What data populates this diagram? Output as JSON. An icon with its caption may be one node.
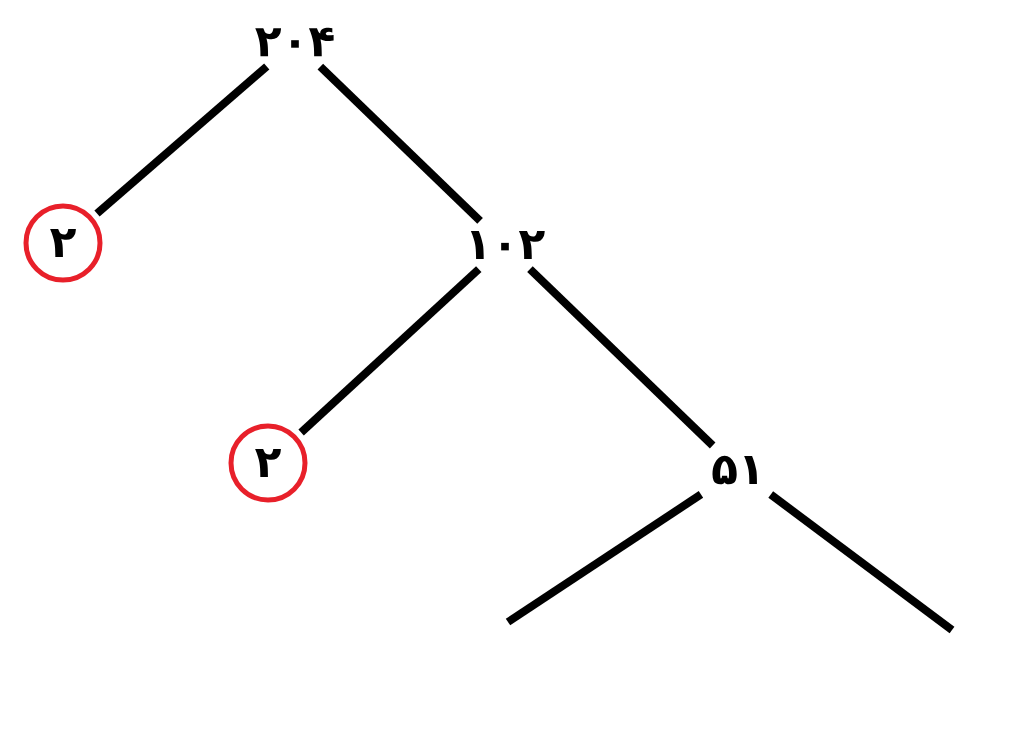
{
  "diagram": {
    "nodes": [
      {
        "text": [
          "۲۰۴"
        ]
      },
      {
        "text": [
          "۲"
        ]
      },
      {
        "text": [
          "۱۰۲"
        ]
      },
      {
        "text": [
          "۲"
        ]
      },
      {
        "text": [
          "۵۱"
        ]
      }
    ],
    "edges": [
      {
        "from": 0,
        "to": 1,
        "arrow": "none"
      },
      {
        "from": 0,
        "to": 2,
        "arrow": "none"
      },
      {
        "from": 2,
        "to": 3,
        "arrow": "none"
      },
      {
        "from": 2,
        "to": 4,
        "arrow": "none"
      },
      {
        "from": 4,
        "to": null,
        "arrow": "none"
      },
      {
        "from": 4,
        "to": null,
        "arrow": "none"
      }
    ]
  }
}
